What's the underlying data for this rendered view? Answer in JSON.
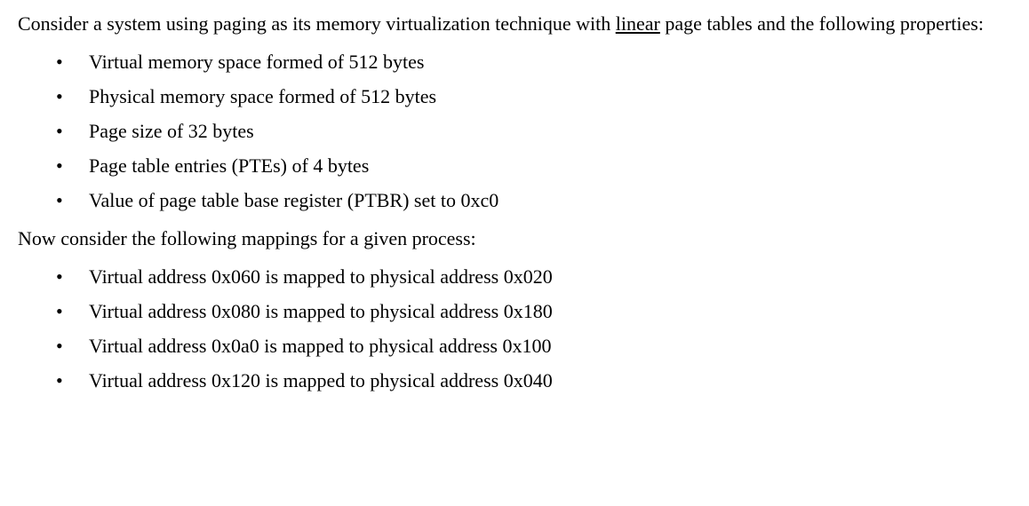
{
  "document": {
    "intro": {
      "before_underline": "Consider a system using paging as its memory virtualization technique with ",
      "underlined": "linear",
      "after_underline": " page tables and the following properties:"
    },
    "properties": [
      "Virtual memory space formed of 512 bytes",
      "Physical memory space formed of 512 bytes",
      "Page size of 32 bytes",
      "Page table entries (PTEs) of 4 bytes",
      "Value of page table base register (PTBR) set to 0xc0"
    ],
    "mappings_intro": "Now consider the following mappings for a given process:",
    "mappings": [
      "Virtual address 0x060 is mapped to physical address 0x020",
      "Virtual address 0x080 is mapped to physical address 0x180",
      "Virtual address 0x0a0 is mapped to physical address 0x100",
      "Virtual address 0x120 is mapped to physical address 0x040"
    ],
    "colors": {
      "background": "#ffffff",
      "text": "#000000"
    }
  }
}
